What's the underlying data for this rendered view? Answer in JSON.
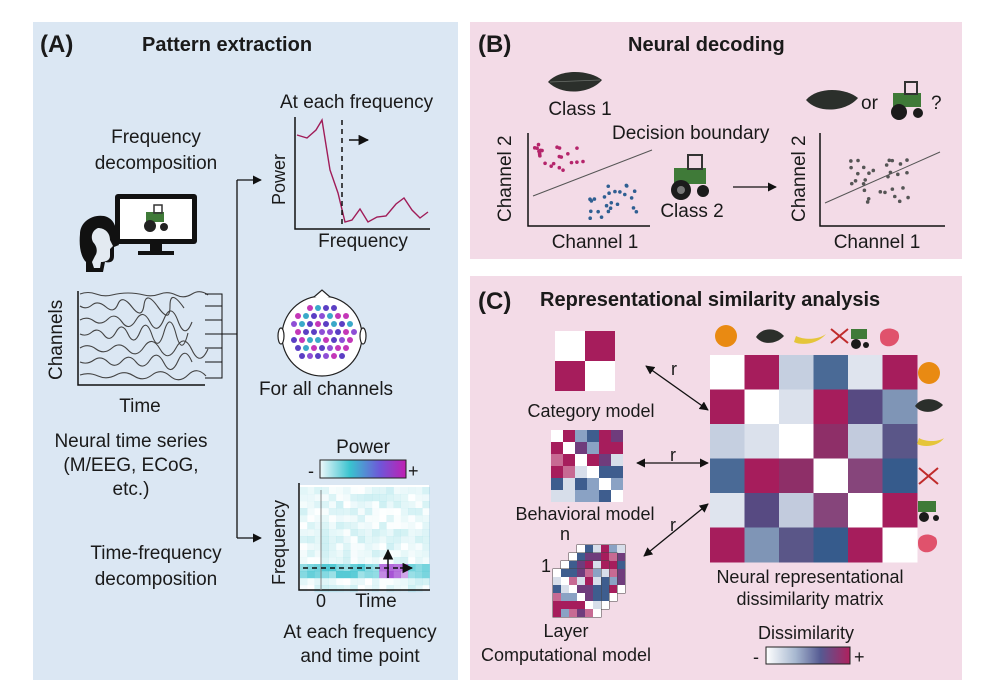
{
  "panel_a": {
    "letter": "(A)",
    "title": "Pattern extraction",
    "freq_decomp_line1": "Frequency",
    "freq_decomp_line2": "decomposition",
    "at_each_frequency": "At each frequency",
    "power_axis": "Power",
    "frequency_axis": "Frequency",
    "channels_axis": "Channels",
    "time_axis": "Time",
    "neural_ts_line1": "Neural time series",
    "neural_ts_line2": "(M/EEG, ECoG,",
    "neural_ts_line3": "etc.)",
    "for_all_channels": "For all channels",
    "power_legend": "Power",
    "legend_minus": "-",
    "legend_plus": "+",
    "tf_line1": "Time-frequency",
    "tf_line2": "decomposition",
    "tf_freq_axis": "Frequency",
    "tf_zero": "0",
    "tf_time_axis": "Time",
    "tf_caption_line1": "At each frequency",
    "tf_caption_line2": "and time point"
  },
  "panel_b": {
    "letter": "(B)",
    "title": "Neural decoding",
    "class1": "Class 1",
    "class2": "Class 2",
    "decision_boundary": "Decision boundary",
    "channel2_left": "Channel 2",
    "channel1_left": "Channel 1",
    "channel2_right": "Channel 2",
    "channel1_right": "Channel 1",
    "or_text": "or",
    "question": "?"
  },
  "panel_c": {
    "letter": "(C)",
    "title": "Representational similarity analysis",
    "category_model": "Category model",
    "behavioral_model": "Behavioral model",
    "layer": "Layer",
    "computational_model": "Computational model",
    "layer_n": "n",
    "layer_1": "1",
    "r1": "r",
    "r2": "r",
    "r3": "r",
    "rdm_line1": "Neural representational",
    "rdm_line2": "dissimilarity matrix",
    "dissimilarity": "Dissimilarity",
    "legend_minus": "-",
    "legend_plus": "+"
  },
  "colors": {
    "panel_a_bg": "#dbe7f3",
    "panel_bc_bg": "#f3dbe7",
    "class1_magenta": "#b5246b",
    "class2_blue": "#2f5f92",
    "high_dissimilarity": "#a61d5c",
    "spectrum_line": "#a01c58"
  }
}
